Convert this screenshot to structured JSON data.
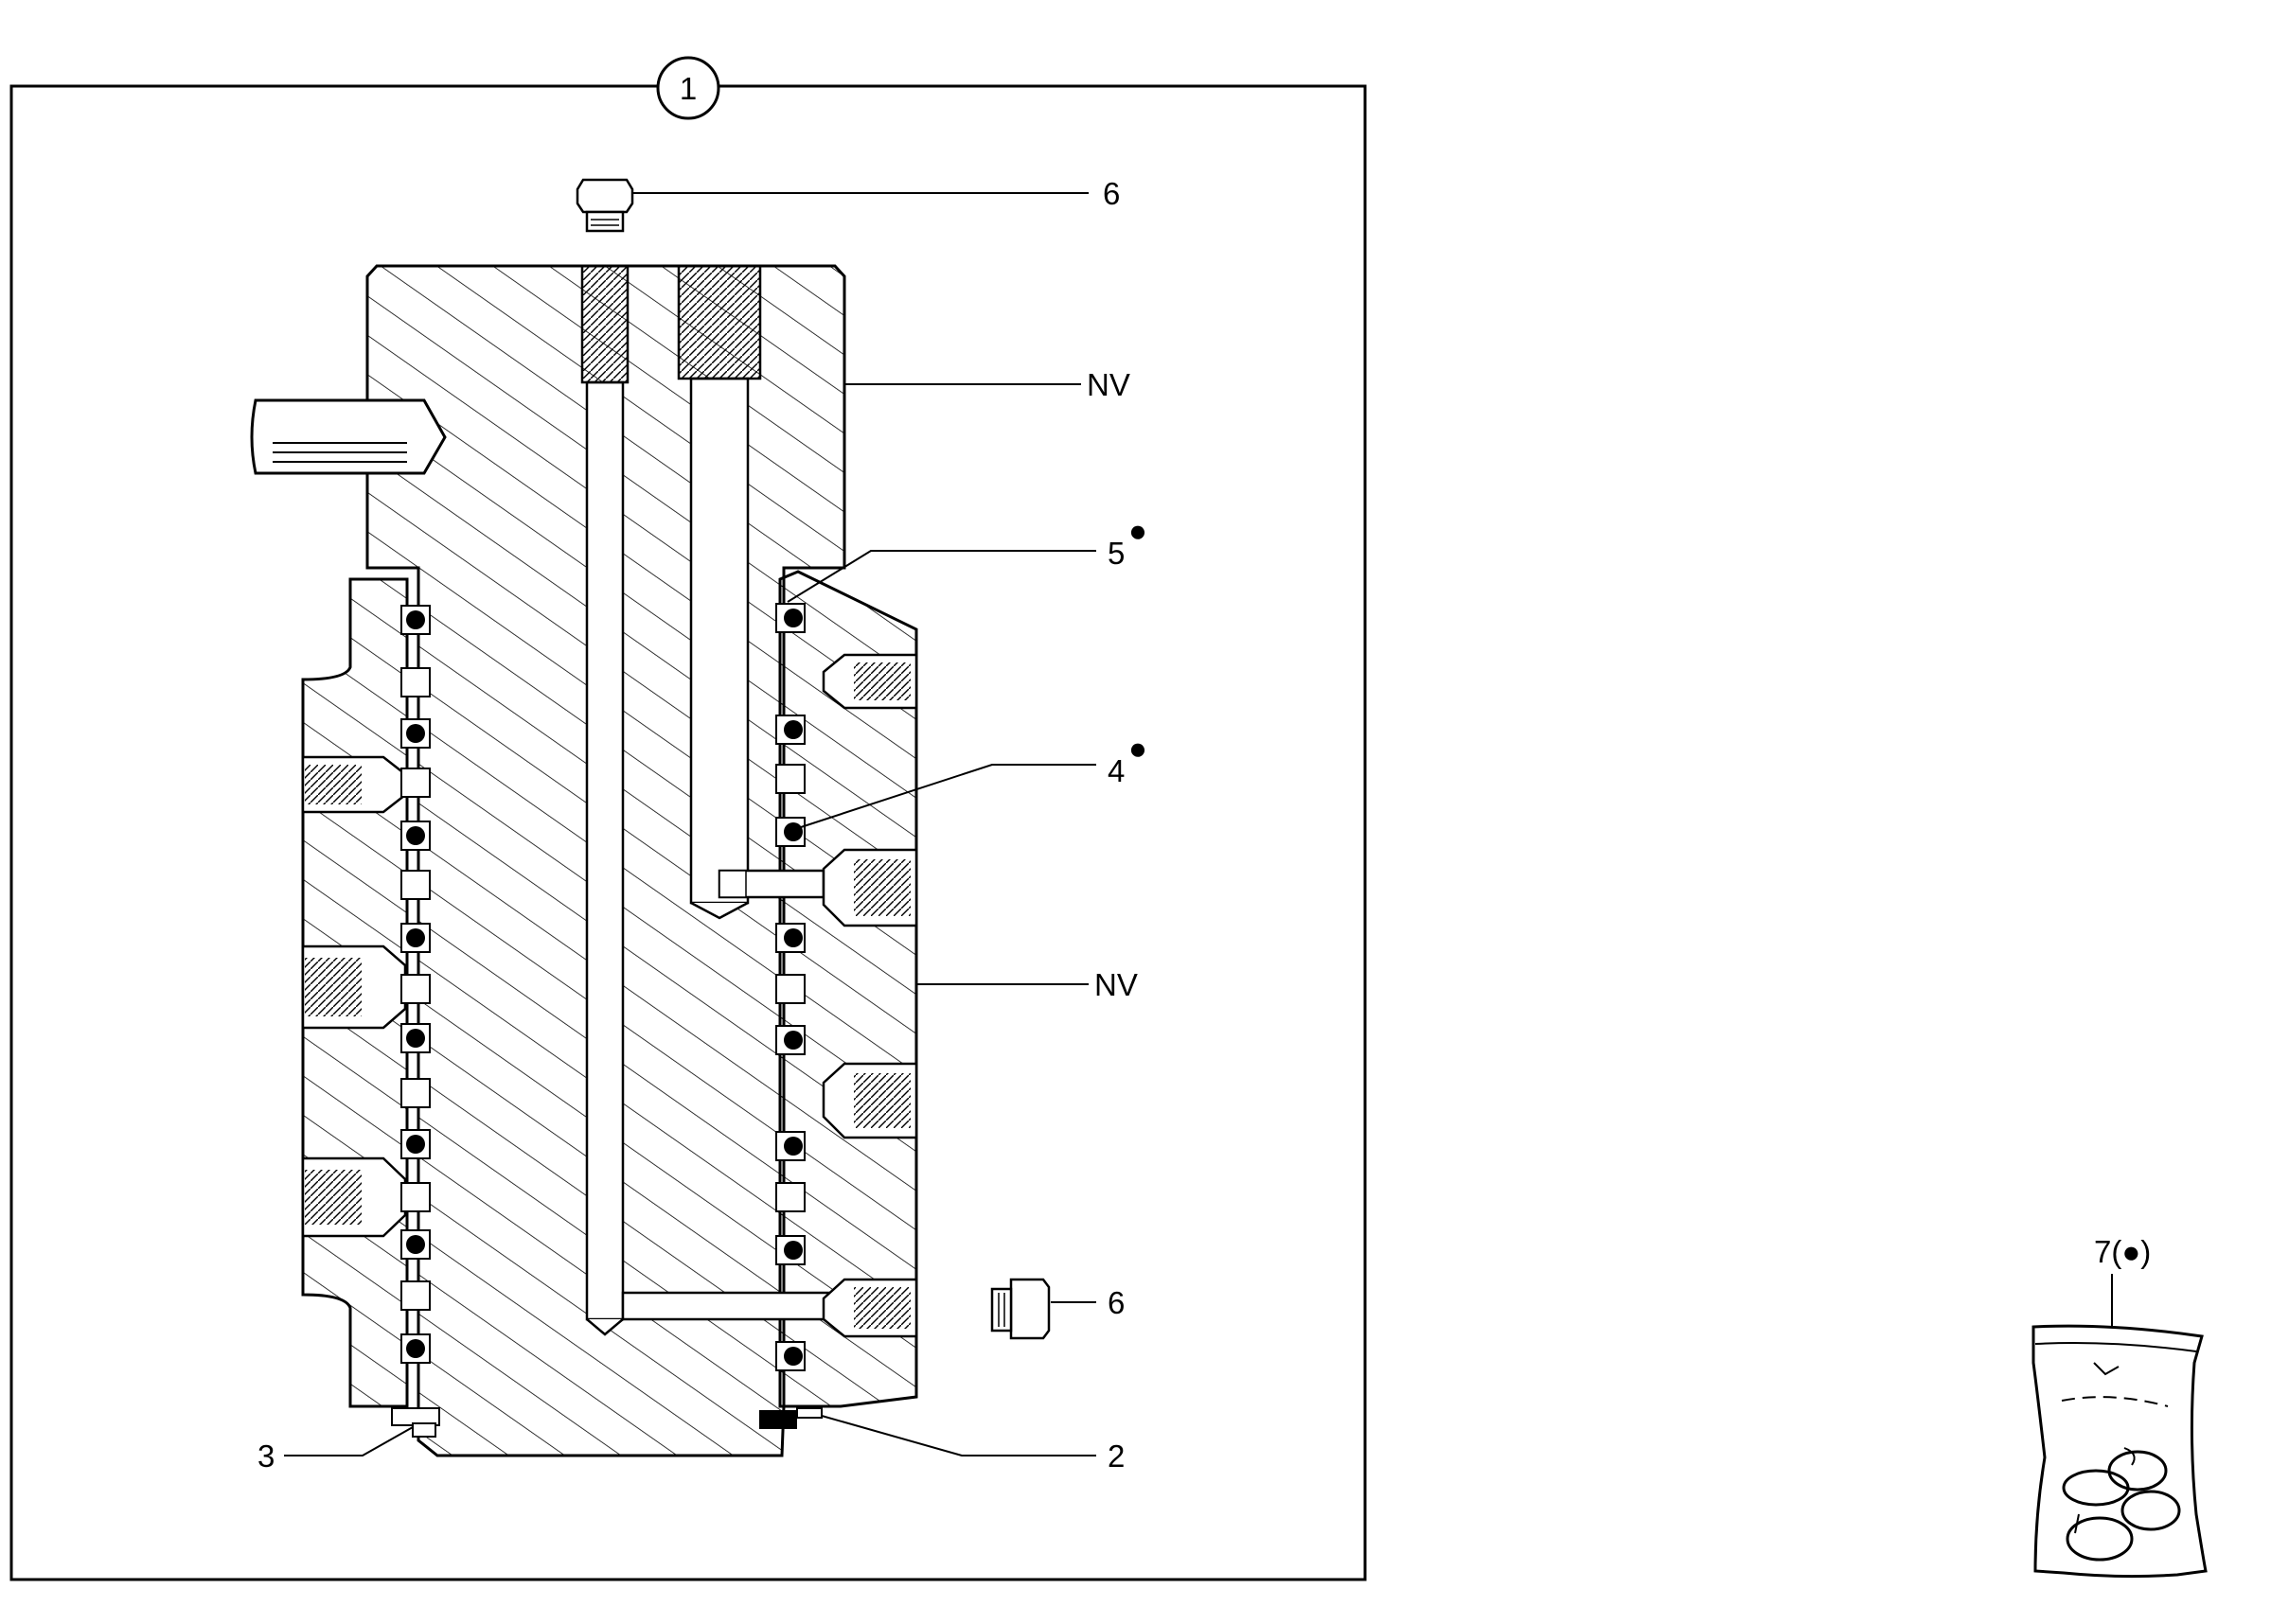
{
  "assembly": {
    "callout": "1"
  },
  "callouts": {
    "plug_top": "6",
    "nv_top": "NV",
    "seal_5": "5",
    "seal_4": "4",
    "nv_mid": "NV",
    "plug_side": "6",
    "ring_3": "3",
    "ring_2": "2",
    "kit_7": "7(●)"
  },
  "markers": {
    "kit_part_bullet": "●"
  },
  "colors": {
    "line": "#000000",
    "background": "#ffffff"
  }
}
